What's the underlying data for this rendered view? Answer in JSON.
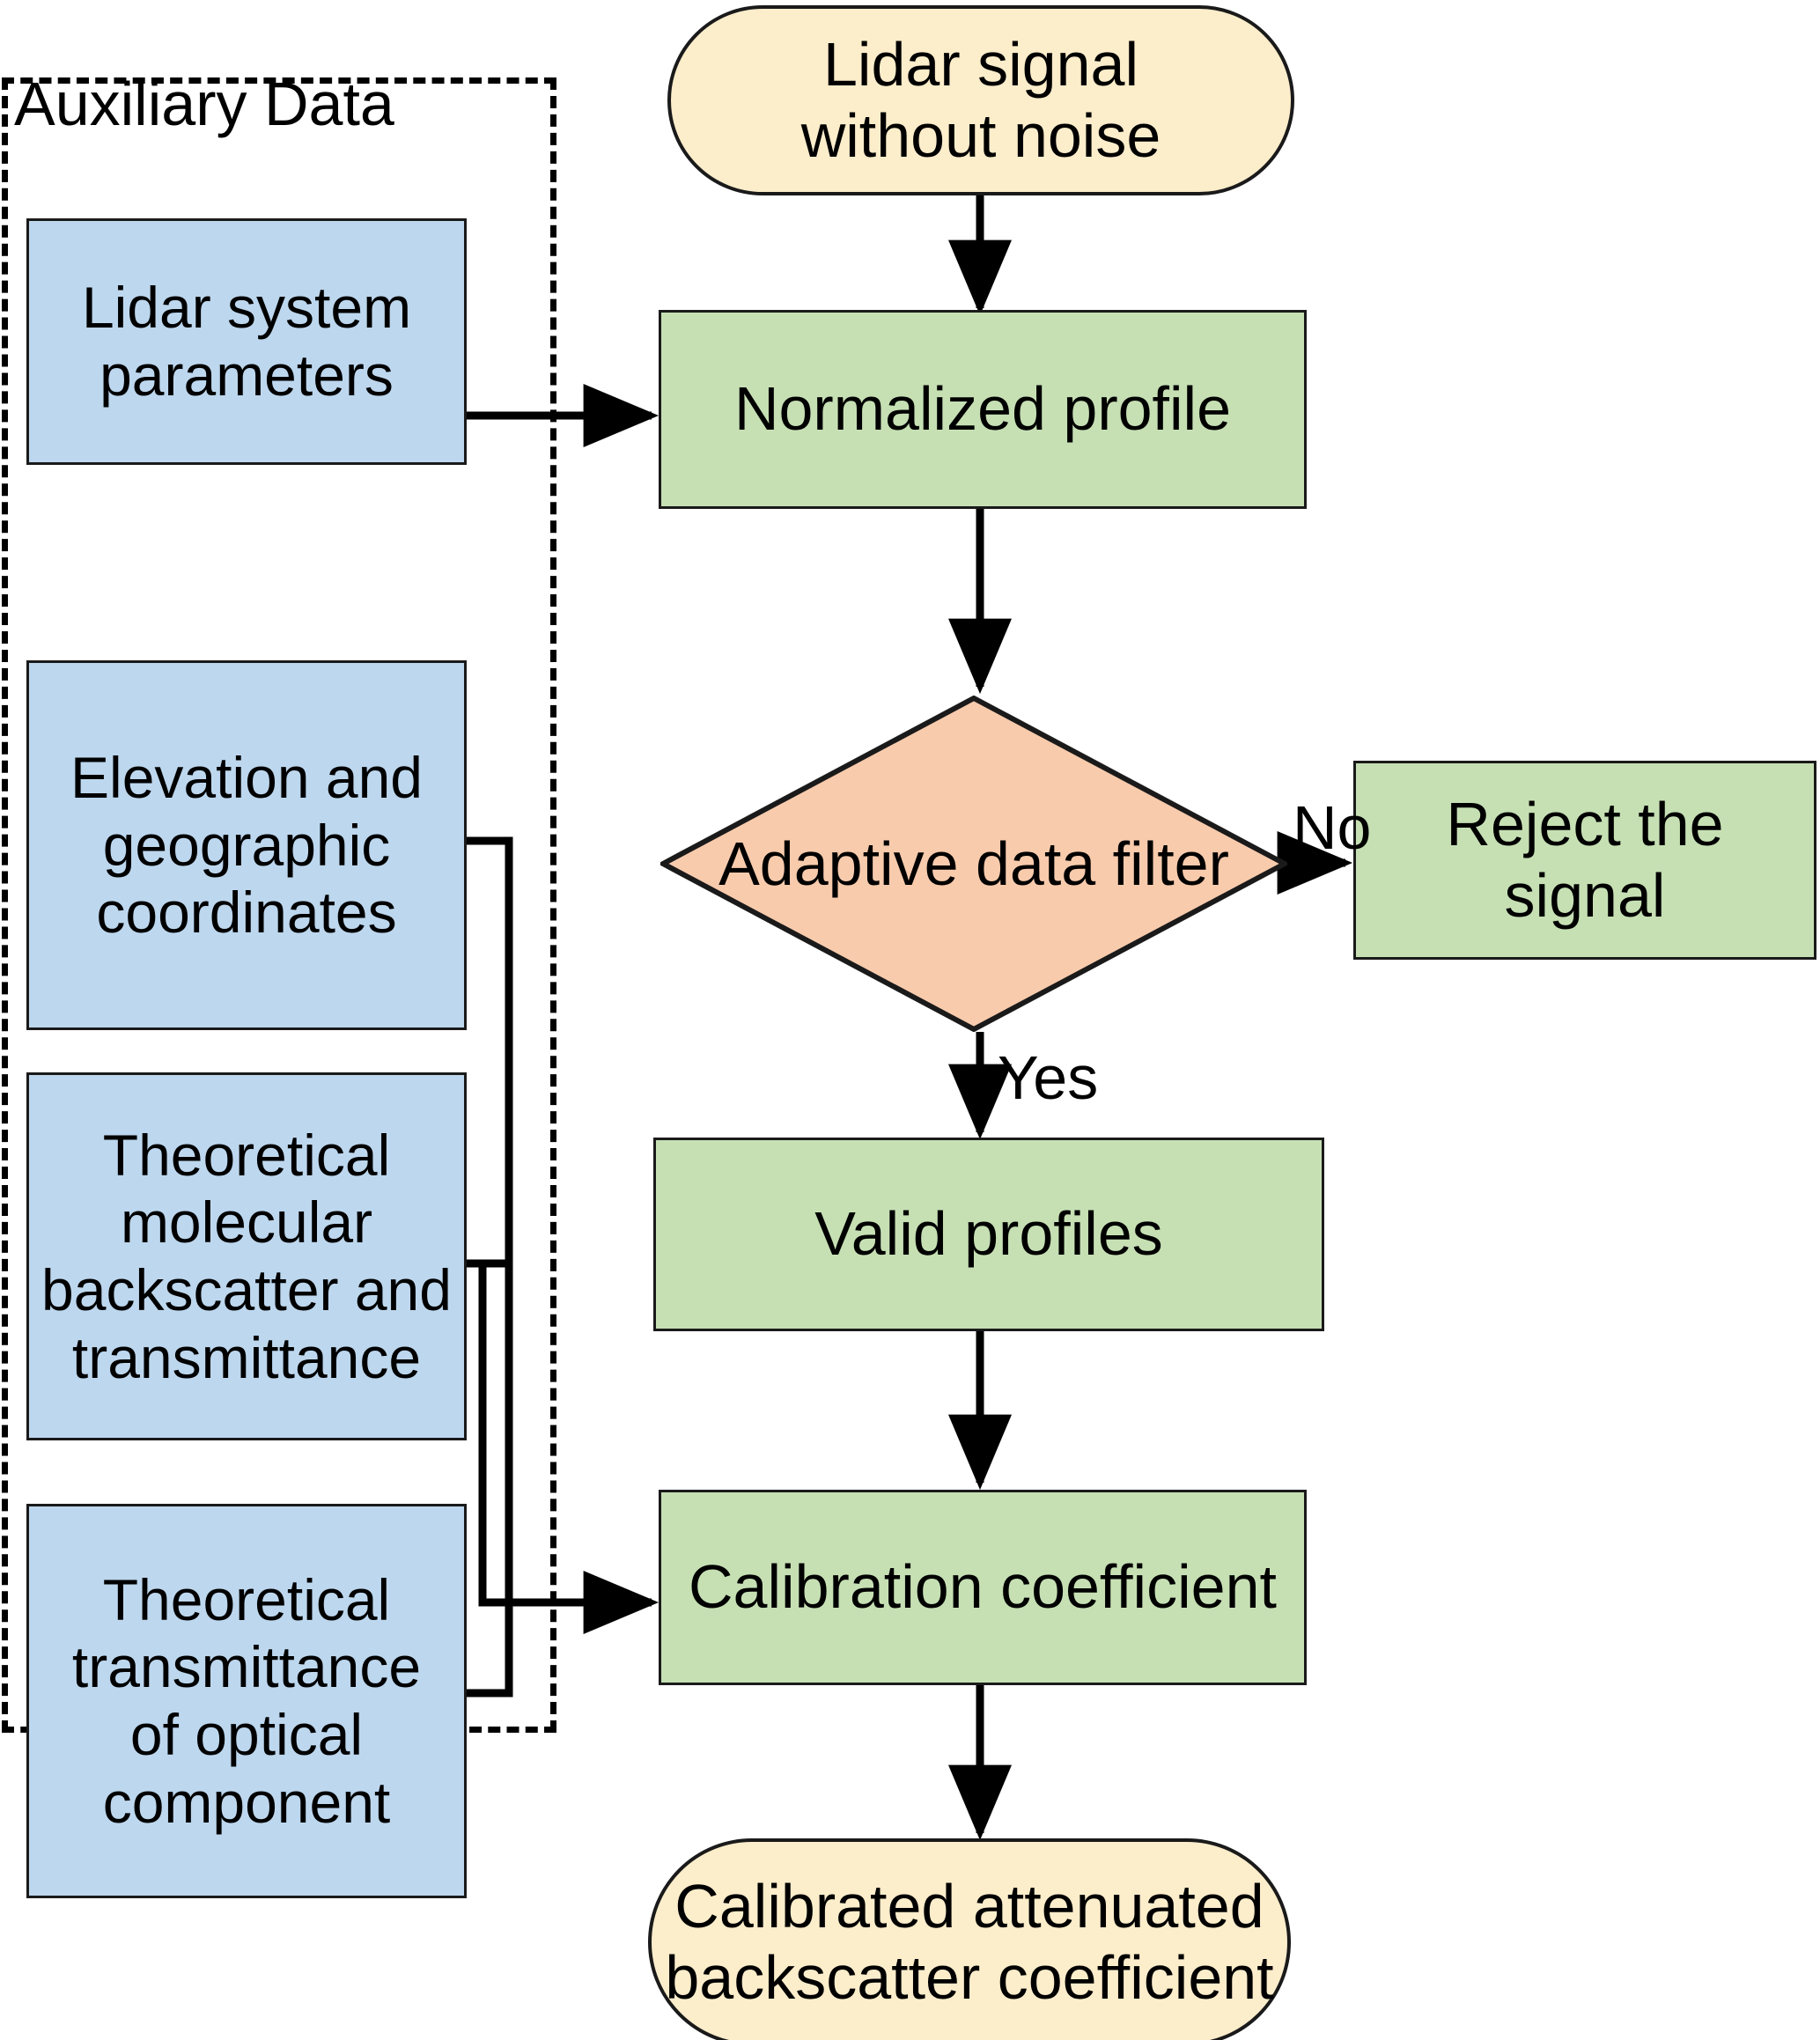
{
  "diagram": {
    "title_group": "Auxiliary Data",
    "colors": {
      "auxiliary_box_fill": "#bdd7ee",
      "process_box_fill": "#c6e0b4",
      "terminator_fill": "#fcedcb",
      "decision_fill": "#f8cbad",
      "stroke": "#1a1a1a",
      "background": "#ffffff"
    },
    "auxiliary": {
      "label": "Auxiliary Data",
      "items": [
        {
          "label": "Lidar system\nparameters",
          "line1": "Lidar system",
          "line2": "parameters"
        },
        {
          "label": "Elevation and geographic coordinates",
          "line1": "Elevation and",
          "line2": "geographic",
          "line3": "coordinates"
        },
        {
          "label": "Theoretical molecular backscatter and transmittance",
          "line1": "Theoretical",
          "line2": "molecular",
          "line3": "backscatter and",
          "line4": "transmittance"
        },
        {
          "label": "Theoretical transmittance of optical component",
          "line1": "Theoretical",
          "line2": "transmittance",
          "line3": "of optical",
          "line4": "component"
        }
      ]
    },
    "flow": {
      "start": {
        "line1": "Lidar signal",
        "line2": "without noise"
      },
      "normalize": {
        "line1": "Normalized profile"
      },
      "decision": {
        "label": "Adaptive data filter"
      },
      "reject": {
        "line1": "Reject the",
        "line2": "signal"
      },
      "valid": {
        "line1": "Valid profiles"
      },
      "calibration": {
        "line1": "Calibration coefficient"
      },
      "end": {
        "line1": "Calibrated attenuated",
        "line2": "backscatter coefficient"
      }
    },
    "edge_labels": {
      "no": "No",
      "yes": "Yes"
    }
  }
}
